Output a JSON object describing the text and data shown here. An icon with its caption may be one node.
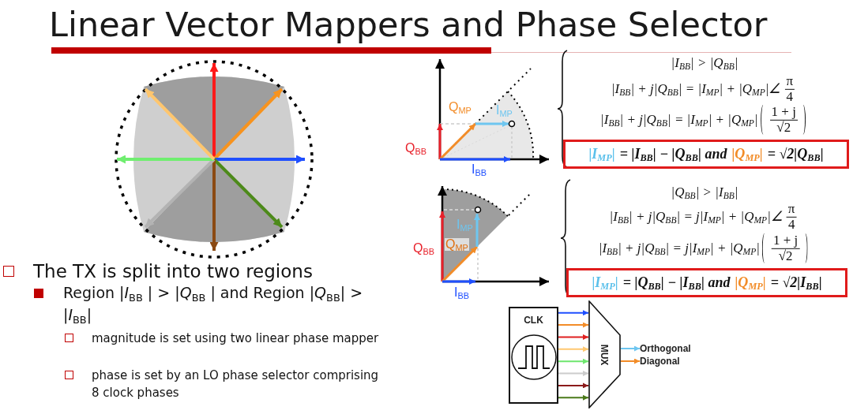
{
  "diagram": {
    "title": "Linear Vector Mappers and Phase Selector",
    "nodes": [
      {
        "text": [
          "|I$_{MP}$|",
          "= |I$_{BB}$| − |Q$_{BB}$| and",
          "|Q$_{MP}$|",
          "= √2|Q$_{BB}$|"
        ]
      },
      {
        "text": [
          "|I$_{MP}$|",
          "= |Q$_{BB}$| − |I$_{BB}$| and",
          "|Q$_{MP}$|",
          "= √2|I$_{BB}$|"
        ]
      },
      {
        "text": [
          "CLK"
        ]
      },
      {
        "text": [
          "MUX"
        ]
      },
      {
        "text": [
          "Orthogonal"
        ]
      },
      {
        "text": [
          "Diagonal"
        ]
      }
    ],
    "edges": [
      {
        "from": 2,
        "to": 3,
        "arrow": "to",
        "color": "#1f4fff"
      },
      {
        "from": 2,
        "to": 3,
        "arrow": "to",
        "color": "#f28c28"
      },
      {
        "from": 2,
        "to": 3,
        "arrow": "to",
        "color": "#e02020"
      },
      {
        "from": 2,
        "to": 3,
        "arrow": "to",
        "color": "#ffc870"
      },
      {
        "from": 2,
        "to": 3,
        "arrow": "to",
        "color": "#6ee66e"
      },
      {
        "from": 2,
        "to": 3,
        "arrow": "to",
        "color": "#cccccc"
      },
      {
        "from": 2,
        "to": 3,
        "arrow": "to",
        "color": "#8b1a1a"
      },
      {
        "from": 2,
        "to": 3,
        "arrow": "to",
        "color": "#4a7a1a"
      },
      {
        "from": 3,
        "to": 4,
        "arrow": "to",
        "color": "#6ec6f0"
      },
      {
        "from": 3,
        "to": 5,
        "arrow": "to",
        "color": "#f28c28"
      }
    ],
    "labels": [
      "Q$_{MP}$",
      "I$_{MP}$",
      "Q$_{BB}$",
      "I$_{BB}$",
      "|I$_{BB}$| > |Q$_{BB}$|",
      "π",
      "|I$_{BB}$| + j|Q$_{BB}$| = |I$_{MP}$| + |Q$_{MP}$|∠",
      "4",
      "|I$_{BB}$| + j|Q$_{BB}$| = |I$_{MP}$| + |Q$_{MP}$|",
      "1 + j",
      "√2",
      "I$_{MP}$",
      "Q$_{BB}$",
      "Q$_{MP}$",
      "I$_{BB}$",
      "|Q$_{BB}$| > |I$_{BB}$|",
      "π",
      "|I$_{BB}$| + j|Q$_{BB}$| = j|I$_{MP}$| + |Q$_{MP}$|∠",
      "4",
      "|I$_{BB}$| + j|Q$_{BB}$| = j|I$_{MP}$| + |Q$_{MP}$|",
      "1 + j",
      "√2",
      "The TX is split into two regions",
      "Region |*I*$_{BB}$ | > |*Q*$_{BB}$ | and Region |*Q*$_{BB}$| > |*I*$_{BB}$|",
      "magnitude is set using two linear phase mapper",
      "phase is set by an LO phase selector comprising 8 clock phases"
    ]
  }
}
